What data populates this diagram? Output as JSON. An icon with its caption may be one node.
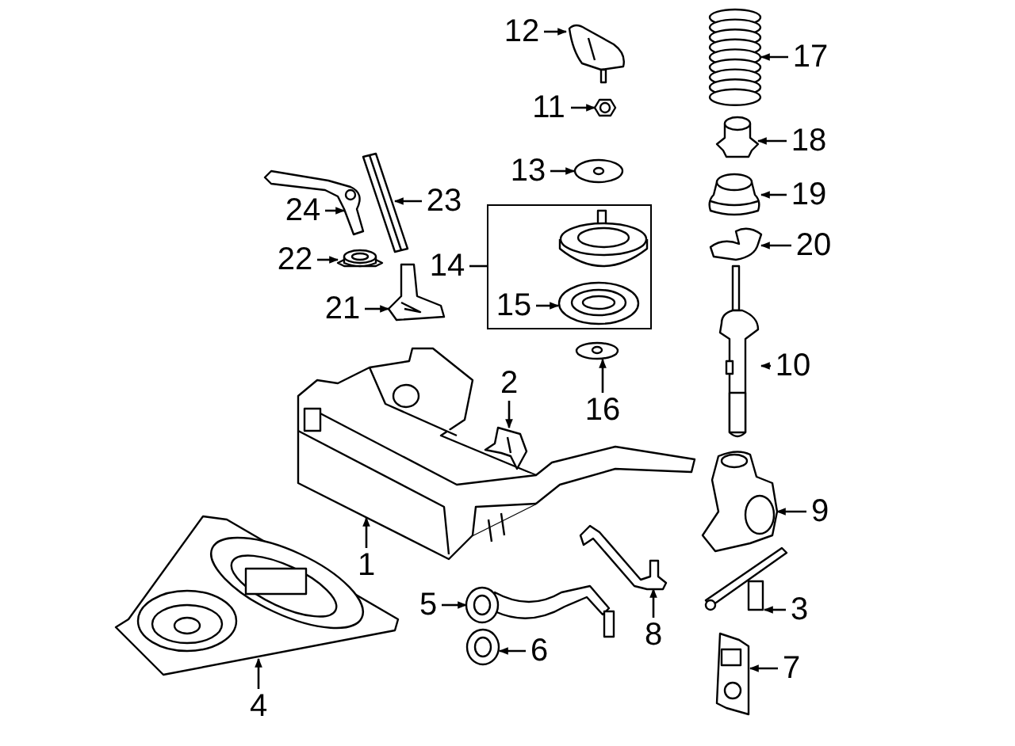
{
  "diagram": {
    "nodes": [
      {
        "text": [
          "1"
        ]
      },
      {
        "text": [],
        "shape": "picture"
      },
      {
        "text": [
          "2"
        ]
      },
      {
        "text": [],
        "shape": "picture"
      },
      {
        "text": [
          "3"
        ]
      },
      {
        "text": [],
        "shape": "picture"
      },
      {
        "text": [
          "4"
        ]
      },
      {
        "text": [],
        "shape": "picture"
      },
      {
        "text": [
          "5"
        ]
      },
      {
        "text": [],
        "shape": "picture"
      },
      {
        "text": [
          "6"
        ]
      },
      {
        "text": [],
        "shape": "picture"
      },
      {
        "text": [
          "7"
        ]
      },
      {
        "text": [],
        "shape": "picture"
      },
      {
        "text": [
          "8"
        ]
      },
      {
        "text": [],
        "shape": "picture"
      },
      {
        "text": [
          "9"
        ]
      },
      {
        "text": [],
        "shape": "picture"
      },
      {
        "text": [
          "10"
        ]
      },
      {
        "text": [],
        "shape": "picture"
      },
      {
        "text": [
          "11"
        ]
      },
      {
        "text": [],
        "shape": "picture"
      },
      {
        "text": [
          "12"
        ]
      },
      {
        "text": [],
        "shape": "picture"
      },
      {
        "text": [
          "13"
        ]
      },
      {
        "text": [],
        "shape": "picture"
      },
      {
        "text": [
          "14"
        ]
      },
      {
        "text": [],
        "shape": "box"
      },
      {
        "text": [],
        "shape": "picture",
        "in": 27
      },
      {
        "text": [
          "15"
        ],
        "in": 27
      },
      {
        "text": [],
        "shape": "picture",
        "in": 27
      },
      {
        "text": [
          "16"
        ]
      },
      {
        "text": [],
        "shape": "picture"
      },
      {
        "text": [
          "17"
        ]
      },
      {
        "text": [],
        "shape": "picture"
      },
      {
        "text": [
          "18"
        ]
      },
      {
        "text": [],
        "shape": "picture"
      },
      {
        "text": [
          "19"
        ]
      },
      {
        "text": [],
        "shape": "picture"
      },
      {
        "text": [
          "20"
        ]
      },
      {
        "text": [],
        "shape": "picture"
      },
      {
        "text": [
          "21"
        ]
      },
      {
        "text": [],
        "shape": "picture"
      },
      {
        "text": [
          "22"
        ]
      },
      {
        "text": [],
        "shape": "picture"
      },
      {
        "text": [
          "23"
        ]
      },
      {
        "text": [],
        "shape": "picture"
      },
      {
        "text": [
          "24"
        ]
      },
      {
        "text": [],
        "shape": "picture"
      }
    ],
    "edges": [
      {
        "from": 0,
        "to": 1,
        "arrow": "to"
      },
      {
        "from": 2,
        "to": 3,
        "arrow": "to"
      },
      {
        "from": 4,
        "to": 5,
        "arrow": "to"
      },
      {
        "from": 6,
        "to": 7,
        "arrow": "to"
      },
      {
        "from": 8,
        "to": 9,
        "arrow": "to"
      },
      {
        "from": 10,
        "to": 11,
        "arrow": "to"
      },
      {
        "from": 12,
        "to": 13,
        "arrow": "to"
      },
      {
        "from": 14,
        "to": 15,
        "arrow": "to"
      },
      {
        "from": 16,
        "to": 17,
        "arrow": "to"
      },
      {
        "from": 18,
        "to": 19,
        "arrow": "to"
      },
      {
        "from": 20,
        "to": 21,
        "arrow": "to"
      },
      {
        "from": 22,
        "to": 23,
        "arrow": "to"
      },
      {
        "from": 24,
        "to": 25,
        "arrow": "to"
      },
      {
        "from": 26,
        "to": 27,
        "arrow": "none"
      },
      {
        "from": 29,
        "to": 30,
        "arrow": "to"
      },
      {
        "from": 31,
        "to": 32,
        "arrow": "to"
      },
      {
        "from": 33,
        "to": 34,
        "arrow": "to"
      },
      {
        "from": 35,
        "to": 36,
        "arrow": "to"
      },
      {
        "from": 37,
        "to": 38,
        "arrow": "to"
      },
      {
        "from": 39,
        "to": 40,
        "arrow": "to"
      },
      {
        "from": 41,
        "to": 42,
        "arrow": "to"
      },
      {
        "from": 43,
        "to": 44,
        "arrow": "to"
      },
      {
        "from": 45,
        "to": 46,
        "arrow": "to"
      },
      {
        "from": 47,
        "to": 48,
        "arrow": "to"
      }
    ]
  }
}
